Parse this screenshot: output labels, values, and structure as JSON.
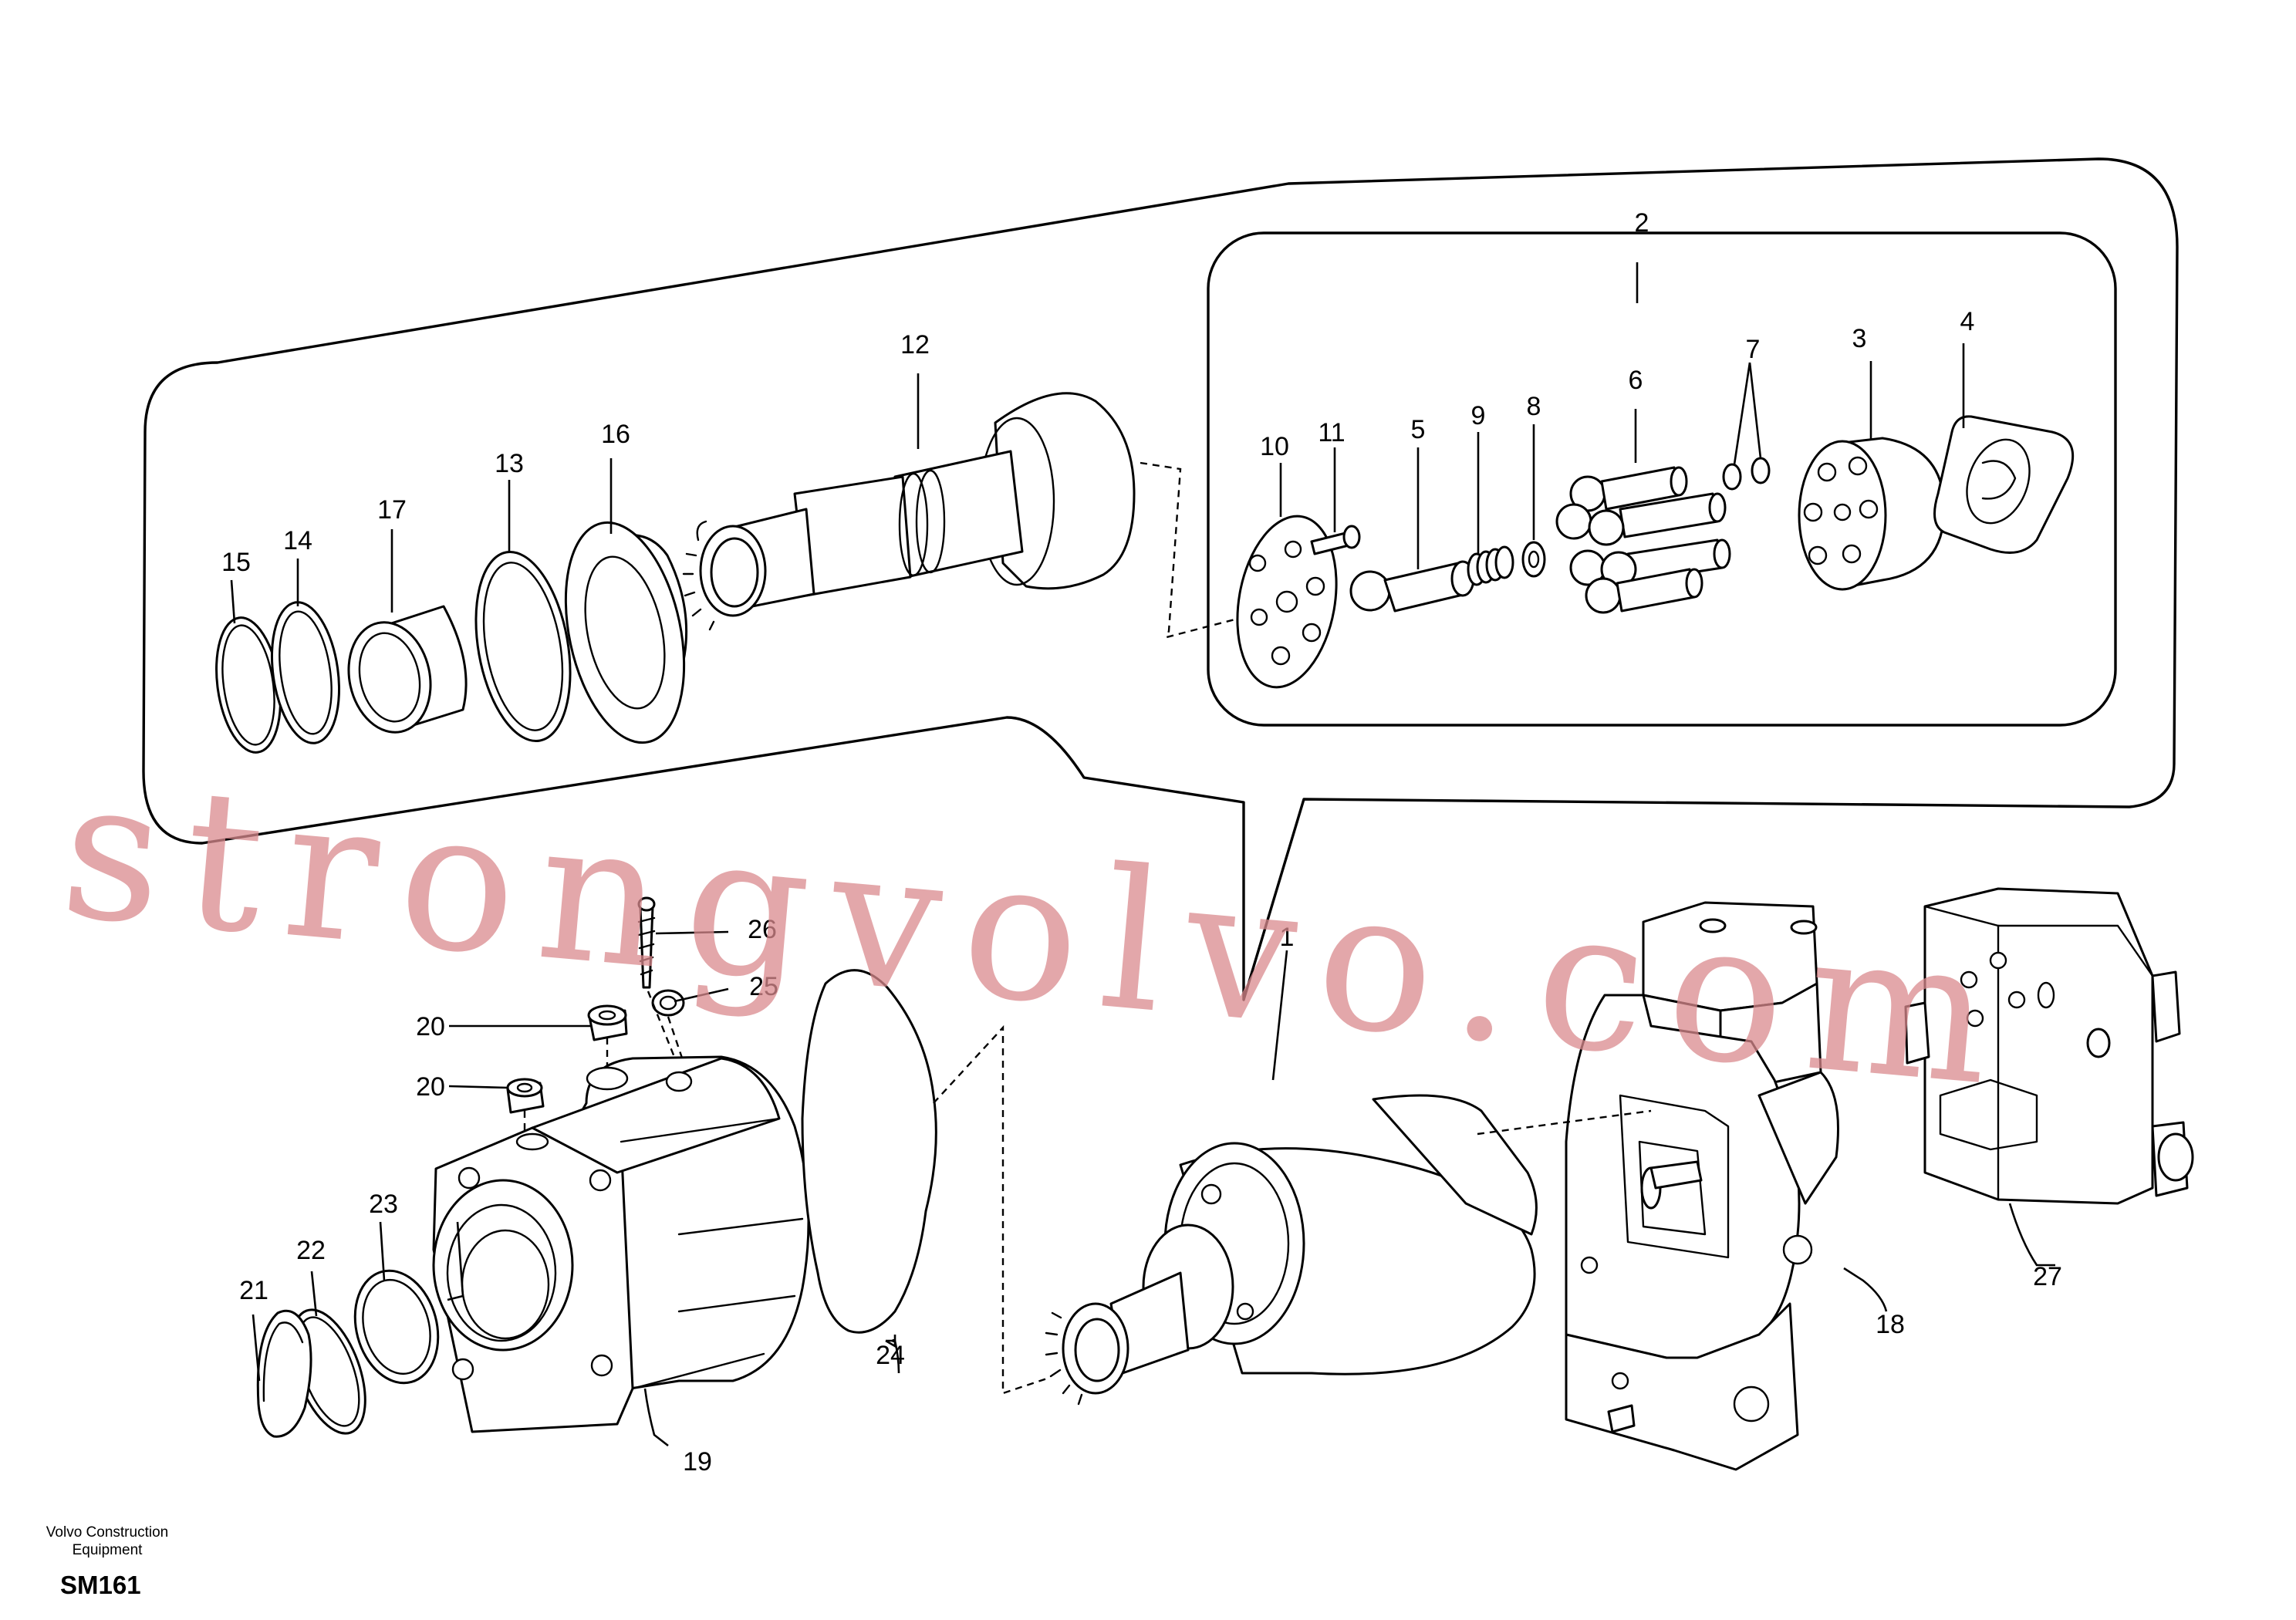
{
  "caption": {
    "company": "Volvo Construction Equipment",
    "figure_code": "SM161"
  },
  "watermark": "strongvolvo.com",
  "callouts": {
    "c1": "1",
    "c2": "2",
    "c3": "3",
    "c4": "4",
    "c5": "5",
    "c6": "6",
    "c7": "7",
    "c8": "8",
    "c9": "9",
    "c10": "10",
    "c11": "11",
    "c12": "12",
    "c13": "13",
    "c14": "14",
    "c15": "15",
    "c16": "16",
    "c17": "17",
    "c18": "18",
    "c19": "19",
    "c20a": "20",
    "c20b": "20",
    "c21": "21",
    "c22": "22",
    "c23": "23",
    "c24": "24",
    "c25": "25",
    "c26": "26",
    "c27": "27"
  }
}
